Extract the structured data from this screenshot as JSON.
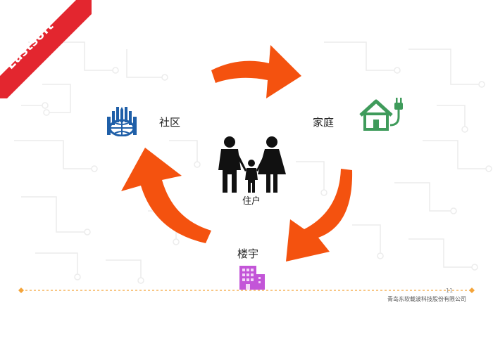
{
  "brand": {
    "logo_text": "Eastsoft",
    "color": "#e3262f"
  },
  "cycle": {
    "arrow_color": "#f4520f",
    "nodes": {
      "community": {
        "label": "社区",
        "icon": "community-globe-icon",
        "color": "#1f5fa8"
      },
      "home": {
        "label": "家庭",
        "icon": "house-plug-icon",
        "color": "#3f9b5b"
      },
      "building": {
        "label": "楼宇",
        "icon": "office-building-icon",
        "color": "#c355d8"
      },
      "resident": {
        "label": "住户",
        "icon": "family-icon",
        "color": "#111111"
      }
    }
  },
  "footer": {
    "company": "青岛东软载波科技股份有限公司",
    "page_number": "11",
    "line_color": "#f4a43a"
  }
}
